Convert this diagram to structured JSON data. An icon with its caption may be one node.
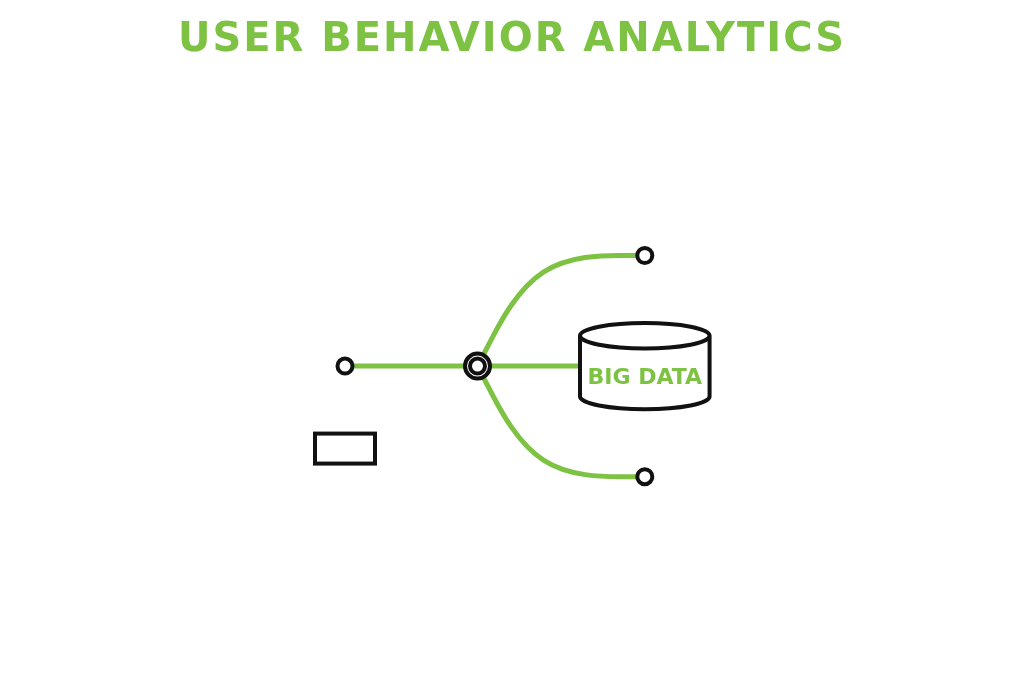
{
  "diagram": {
    "title": "USER BEHAVIOR ANALYTICS",
    "nodes": [
      {
        "text": [],
        "shape": "circle"
      },
      {
        "text": [],
        "shape": "circle"
      },
      {
        "text": [],
        "shape": "circle"
      },
      {
        "text": [
          "BIG DATA"
        ]
      },
      {
        "text": [],
        "shape": "circle"
      },
      {
        "text": [],
        "shape": "box"
      }
    ],
    "edges": [
      {
        "from": 0,
        "to": 1,
        "arrow": "none"
      },
      {
        "from": 1,
        "to": 2,
        "arrow": "none"
      },
      {
        "from": 1,
        "to": 3,
        "arrow": "none"
      },
      {
        "from": 1,
        "to": 4,
        "arrow": "none"
      }
    ]
  }
}
